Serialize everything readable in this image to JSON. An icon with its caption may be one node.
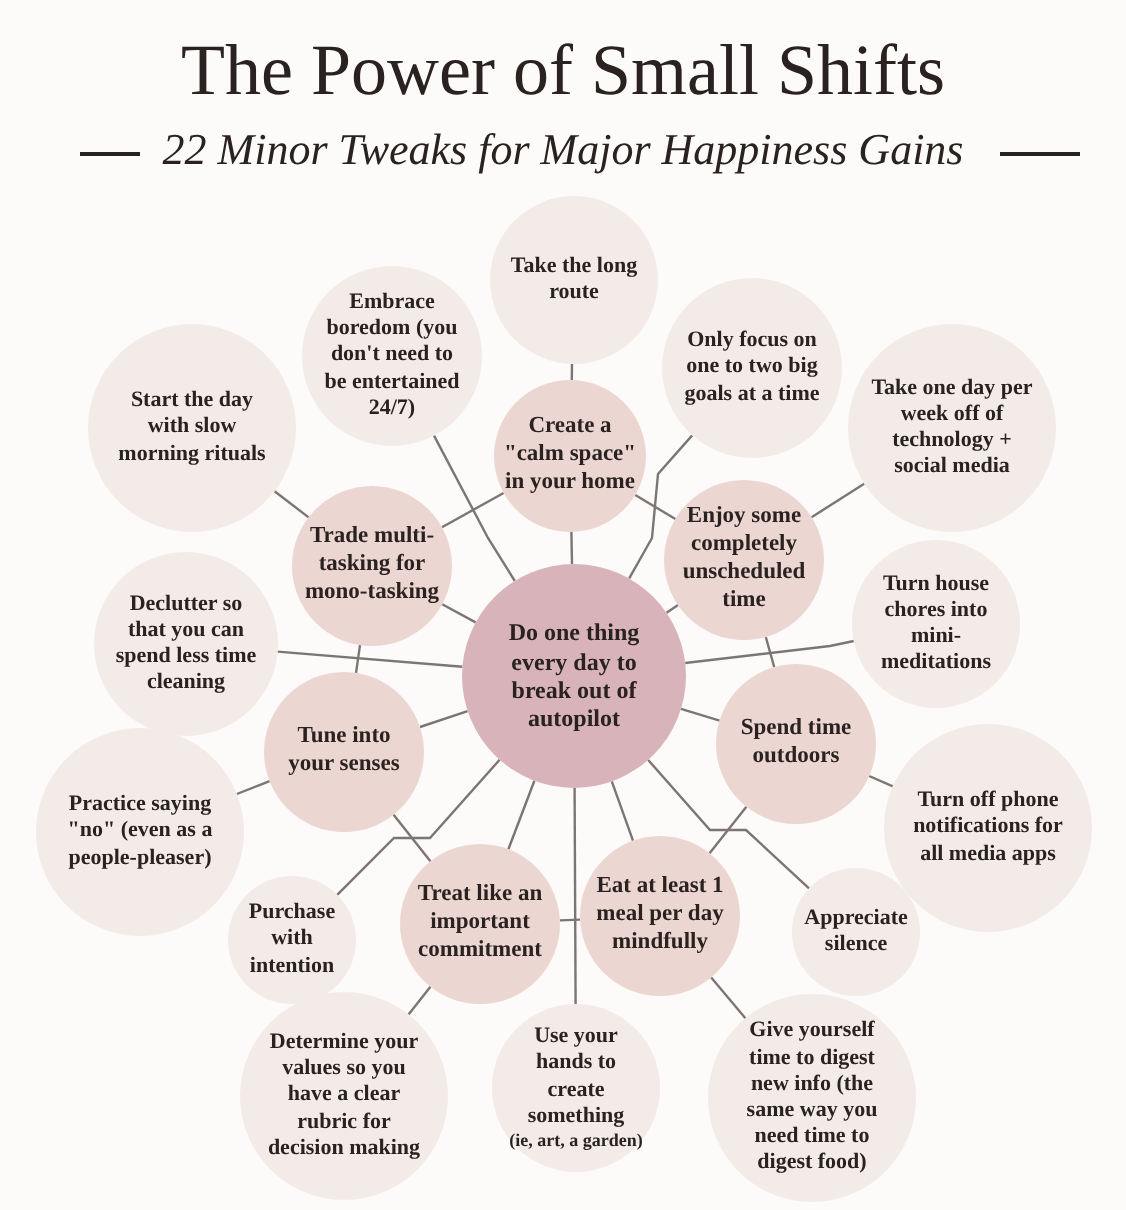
{
  "diagram": {
    "title": "The Power of Small Shifts",
    "caption": "22 Minor Tweaks for Major Happiness Gains",
    "nodes": [
      {
        "text": [
          "Do one thing every day to break out of autopilot"
        ]
      },
      {
        "text": [
          "Create a \"calm space\" in your home"
        ]
      },
      {
        "text": [
          "Enjoy some completely unscheduled time"
        ]
      },
      {
        "text": [
          "Spend time outdoors"
        ]
      },
      {
        "text": [
          "Eat at least 1 meal per day mindfully"
        ]
      },
      {
        "text": [
          "Treat like an important commitment"
        ]
      },
      {
        "text": [
          "Tune into your senses"
        ]
      },
      {
        "text": [
          "Trade multi-tasking for mono-tasking"
        ]
      },
      {
        "text": [
          "Take the long route"
        ]
      },
      {
        "text": [
          "Embrace boredom (you don't need to be entertained 24/7)"
        ]
      },
      {
        "text": [
          "Only focus on one to two big goals at a time"
        ]
      },
      {
        "text": [
          "Start the day with slow morning rituals"
        ]
      },
      {
        "text": [
          "Take one day per week off of technology + social media"
        ]
      },
      {
        "text": [
          "Declutter so that you can spend less time cleaning"
        ]
      },
      {
        "text": [
          "Turn house chores into mini-meditations"
        ]
      },
      {
        "text": [
          "Practice saying \"no\" (even as a people-pleaser)"
        ]
      },
      {
        "text": [
          "Turn off phone notifications for all media apps"
        ]
      },
      {
        "text": [
          "Purchase with intention"
        ]
      },
      {
        "text": [
          "Appreciate silence"
        ]
      },
      {
        "text": [
          "Use your hands to create something",
          "(ie, art, a garden)"
        ]
      },
      {
        "text": [
          "Determine your values so you have a clear rubric for decision making"
        ]
      },
      {
        "text": [
          "Give yourself time to digest new info (the same way you need time to digest food)"
        ]
      }
    ],
    "edges": [
      {
        "from": 0,
        "to": 1,
        "arrow": "none"
      },
      {
        "from": 1,
        "to": 8,
        "arrow": "none"
      },
      {
        "from": 0,
        "to": 2,
        "arrow": "none"
      },
      {
        "from": 0,
        "to": 3,
        "arrow": "none"
      },
      {
        "from": 0,
        "to": 4,
        "arrow": "none"
      },
      {
        "from": 0,
        "to": 5,
        "arrow": "none"
      },
      {
        "from": 0,
        "to": 6,
        "arrow": "none"
      },
      {
        "from": 0,
        "to": 7,
        "arrow": "none"
      },
      {
        "from": 9,
        "to": 0,
        "arrow": "none"
      },
      {
        "from": 10,
        "to": 0,
        "arrow": "none"
      },
      {
        "from": 13,
        "to": 0,
        "arrow": "none"
      },
      {
        "from": 14,
        "to": 0,
        "arrow": "none"
      },
      {
        "from": 18,
        "to": 0,
        "arrow": "none"
      },
      {
        "from": 19,
        "to": 0,
        "arrow": "none"
      },
      {
        "from": 17,
        "to": 0,
        "arrow": "none"
      },
      {
        "from": 7,
        "to": 1,
        "arrow": "none"
      },
      {
        "from": 1,
        "to": 2,
        "arrow": "none"
      },
      {
        "from": 7,
        "to": 11,
        "arrow": "none"
      },
      {
        "from": 7,
        "to": 6,
        "arrow": "none"
      },
      {
        "from": 2,
        "to": 12,
        "arrow": "none"
      },
      {
        "from": 2,
        "to": 3,
        "arrow": "none"
      },
      {
        "from": 6,
        "to": 15,
        "arrow": "none"
      },
      {
        "from": 6,
        "to": 5,
        "arrow": "none"
      },
      {
        "from": 5,
        "to": 20,
        "arrow": "none"
      },
      {
        "from": 5,
        "to": 4,
        "arrow": "none"
      },
      {
        "from": 3,
        "to": 16,
        "arrow": "none"
      },
      {
        "from": 3,
        "to": 4,
        "arrow": "none"
      },
      {
        "from": 4,
        "to": 21,
        "arrow": "none"
      }
    ]
  }
}
